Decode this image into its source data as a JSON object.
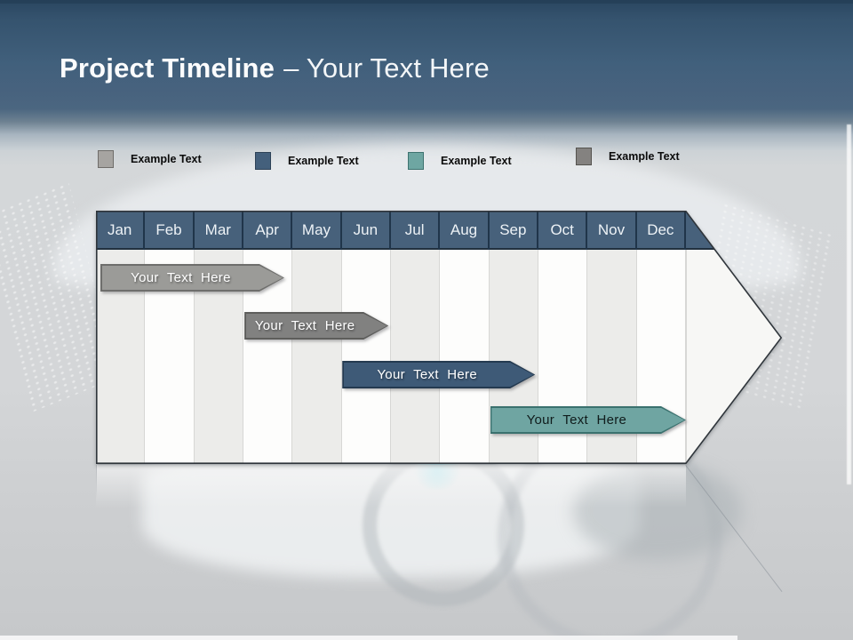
{
  "slide": {
    "title": {
      "prefix": "Project Timeline",
      "suffix": "– Your Text Here"
    }
  },
  "legend": {
    "items": [
      {
        "label": "Example Text",
        "fill": "#a6a4a1",
        "border": "#6f6d6a"
      },
      {
        "label": "Example Text",
        "fill": "#44607c",
        "border": "#2e4257"
      },
      {
        "label": "Example Text",
        "fill": "#6ea6a2",
        "border": "#3e7370"
      },
      {
        "label": "Example Text",
        "fill": "#848280",
        "border": "#55534f"
      }
    ]
  },
  "chart_data": {
    "type": "timeline",
    "title": "Project Timeline",
    "categories": [
      "Jan",
      "Feb",
      "Mar",
      "Apr",
      "May",
      "Jun",
      "Jul",
      "Aug",
      "Sep",
      "Oct",
      "Nov",
      "Dec"
    ],
    "header": {
      "fill": "#47617b",
      "separator": "#20354a",
      "text_color": "#edf2f6"
    },
    "column_colors": {
      "odd_month": "#ececea",
      "even_month": "#fdfdfc"
    },
    "axis_range_months": [
      0,
      12
    ],
    "bars": [
      {
        "label": "Your Text Here",
        "start": 0.09,
        "end": 3.83,
        "row": 0,
        "fill": "#9b9b98",
        "border": "#6e6e6c",
        "text_color": "#ffffff",
        "text_shadow": true
      },
      {
        "label": "Your Text Here",
        "start": 3.02,
        "end": 5.95,
        "row": 1,
        "fill": "#818180",
        "border": "#5d5d5b",
        "text_color": "#ffffff",
        "text_shadow": true
      },
      {
        "label": "Your Text Here",
        "start": 5.01,
        "end": 8.93,
        "row": 2,
        "fill": "#3e5a77",
        "border": "#243a50",
        "text_color": "#ffffff",
        "text_shadow": true
      },
      {
        "label": "Your Text Here",
        "start": 8.02,
        "end": 12.0,
        "row": 3,
        "fill": "#6fa5a2",
        "border": "#3a716e",
        "text_color": "#101c1c",
        "text_shadow": false
      }
    ]
  }
}
